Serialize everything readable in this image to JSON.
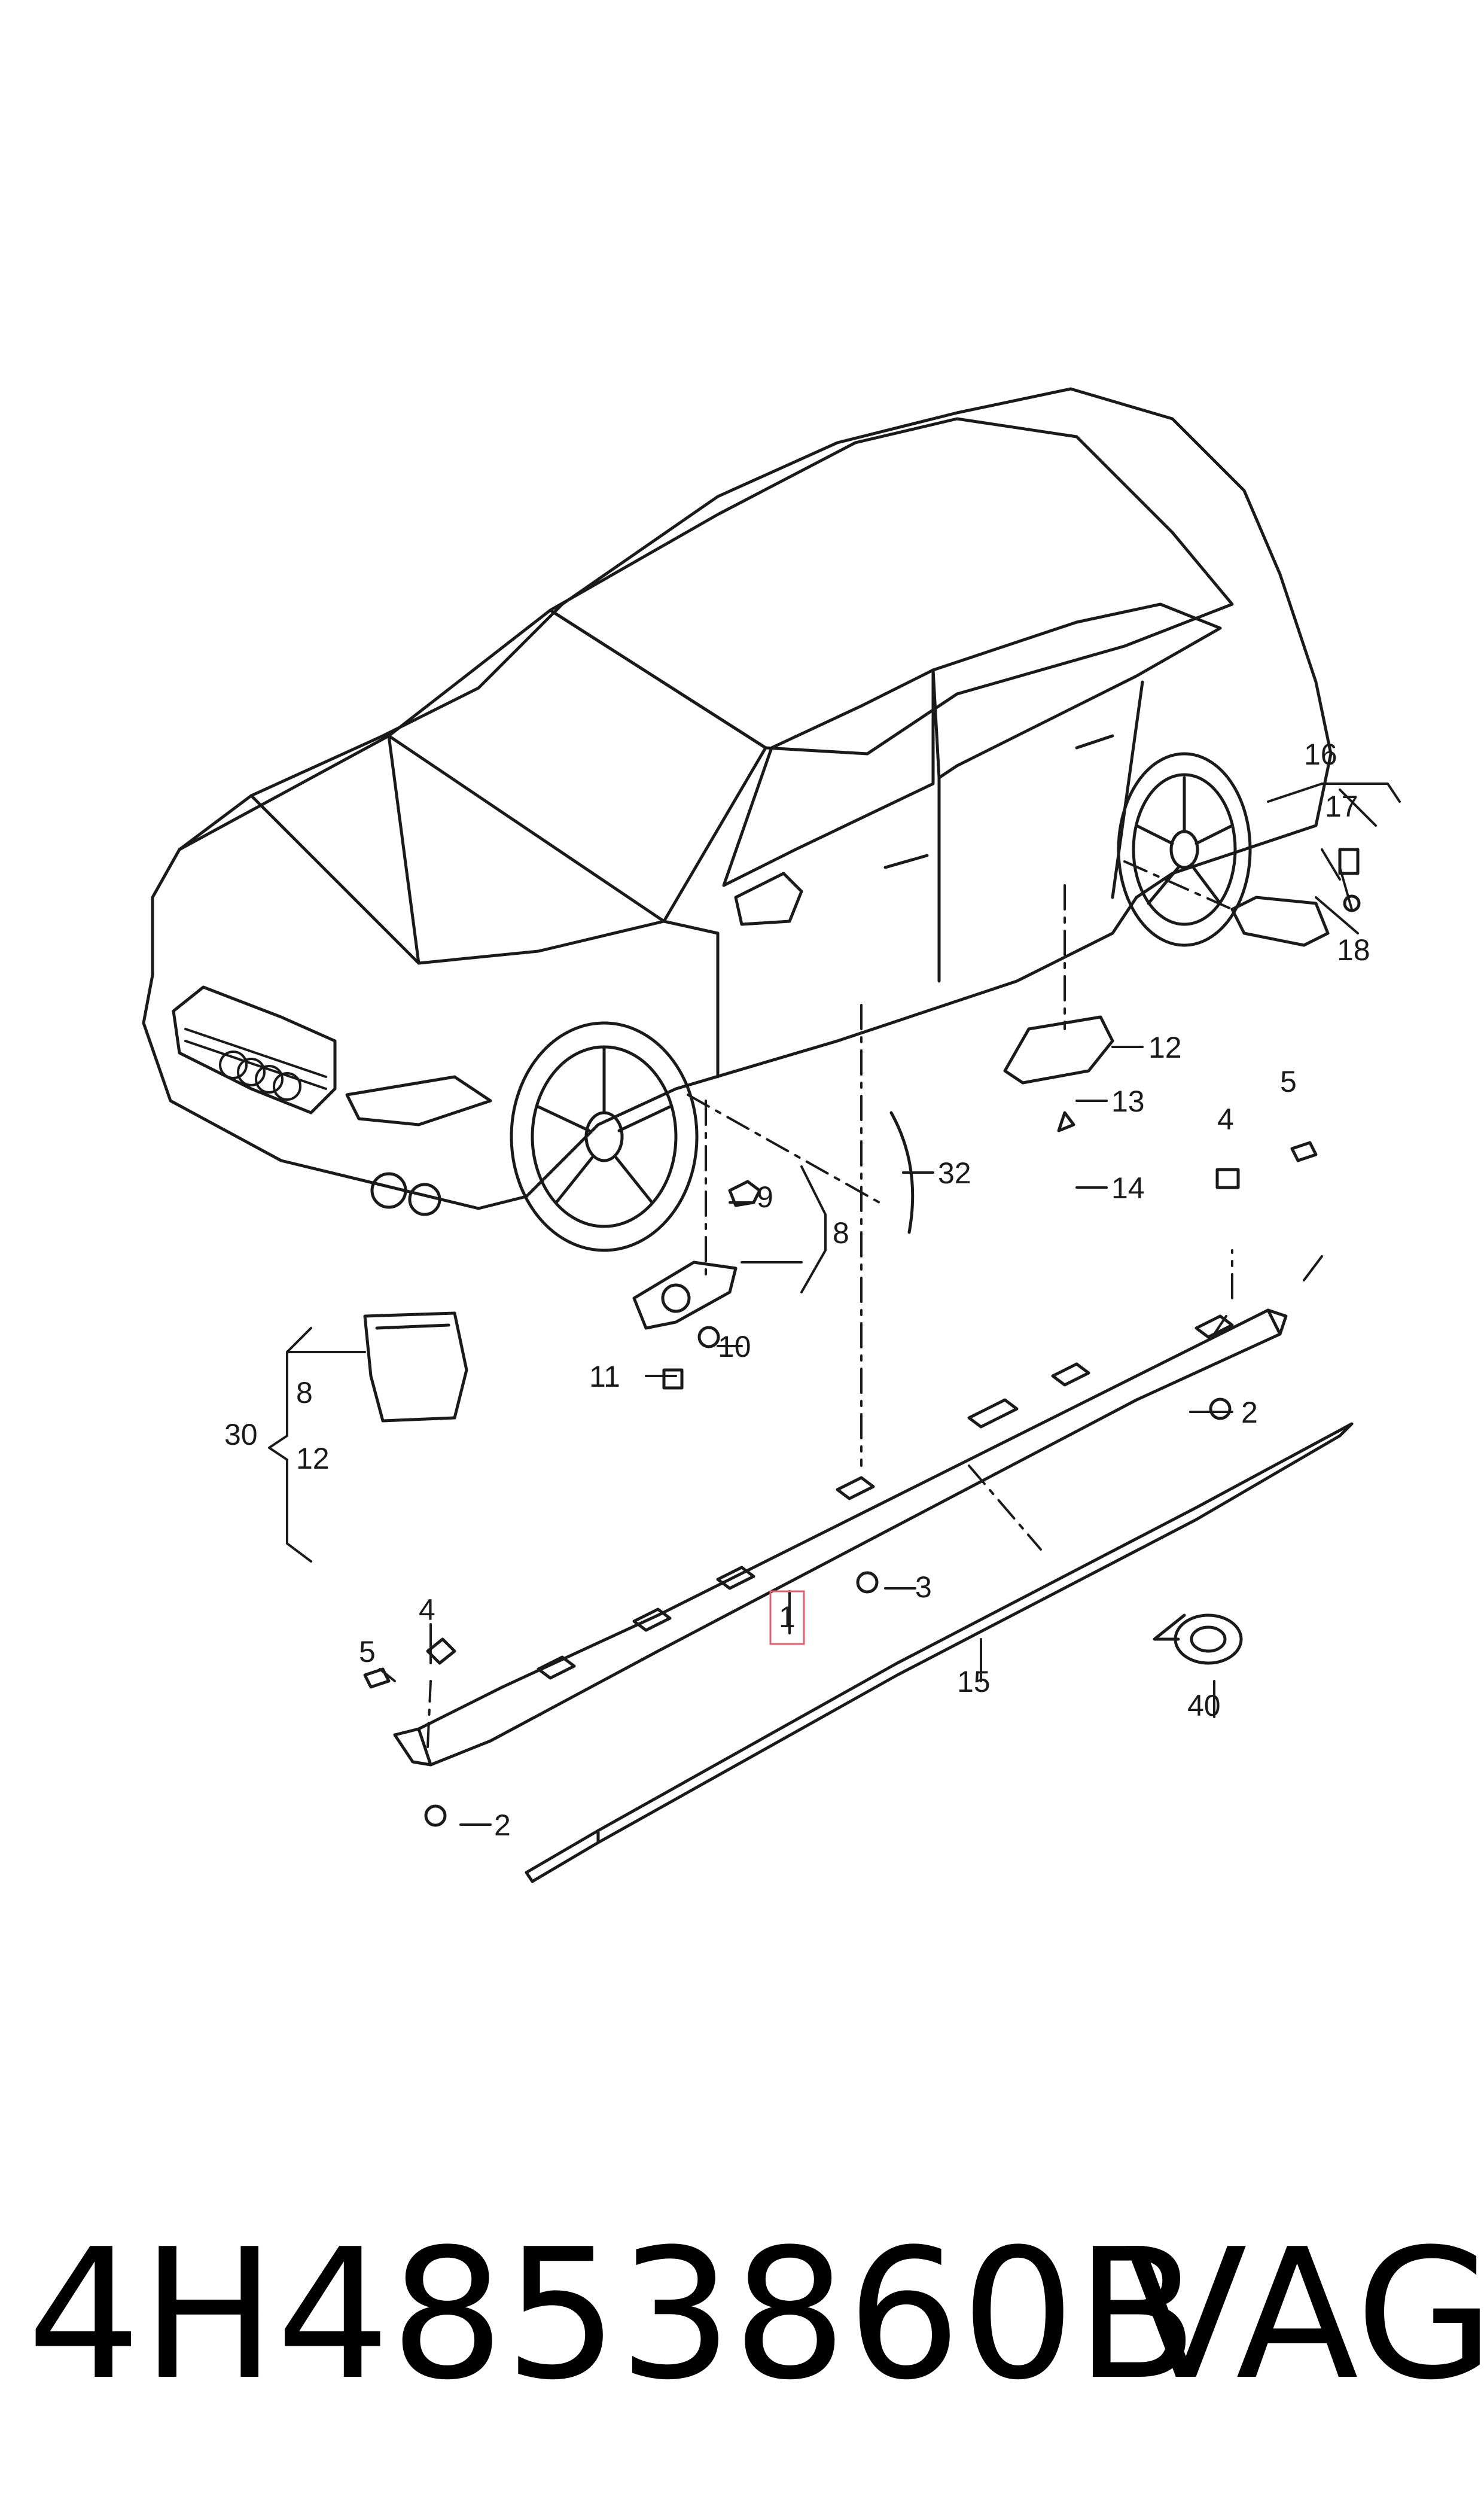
{
  "diagram": {
    "callouts": {
      "c1": "1",
      "c2a": "2",
      "c2b": "2",
      "c3": "3",
      "c4a": "4",
      "c4b": "4",
      "c5a": "5",
      "c5b": "5",
      "c8a": "8",
      "c8b": "8",
      "c9": "9",
      "c10": "10",
      "c11": "11",
      "c12a": "12",
      "c12b": "12",
      "c13": "13",
      "c14": "14",
      "c15": "15",
      "c16": "16",
      "c17": "17",
      "c18": "18",
      "c30": "30",
      "c32": "32",
      "c40": "40"
    },
    "highlight_color": "#e06070"
  },
  "footer": {
    "part_number": "4H4853860B",
    "brand": "VAG"
  }
}
